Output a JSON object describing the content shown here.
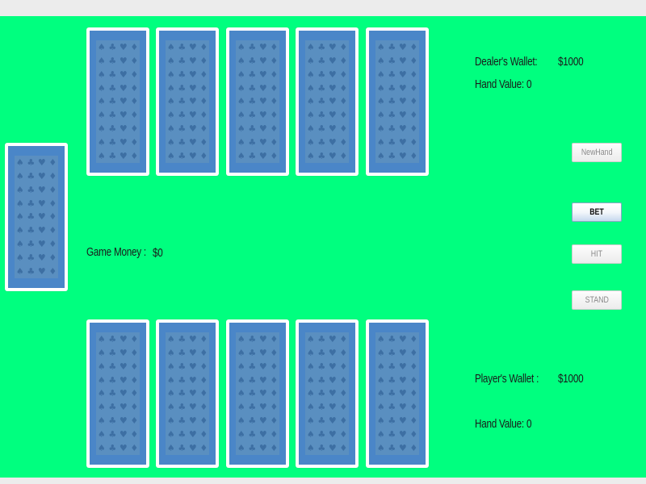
{
  "dealer": {
    "wallet_label": "Dealer's Wallet:",
    "wallet_value": "$1000",
    "hand_value_label": "Hand Value: 0"
  },
  "player": {
    "wallet_label": "Player's Wallet :",
    "wallet_value": "$1000",
    "hand_value_label": "Hand Value: 0"
  },
  "game_money": {
    "label": "Game Money :",
    "value": "$0"
  },
  "buttons": {
    "new_hand": "NewHand",
    "bet": "BET",
    "hit": "HIT",
    "stand": "STAND"
  },
  "cards": {
    "dealer_hand": [
      {
        "state": "face-down"
      },
      {
        "state": "face-down"
      },
      {
        "state": "face-down"
      },
      {
        "state": "face-down"
      },
      {
        "state": "face-down"
      }
    ],
    "deck": {
      "state": "face-down"
    },
    "player_hand": [
      {
        "state": "face-down"
      },
      {
        "state": "face-down"
      },
      {
        "state": "face-down"
      },
      {
        "state": "face-down"
      },
      {
        "state": "face-down"
      }
    ],
    "back_pattern": "spade-club-heart-diamond"
  },
  "colors": {
    "table": "#00ff7f",
    "card_back": "#4a86c8",
    "card_border": "#ffffff"
  }
}
